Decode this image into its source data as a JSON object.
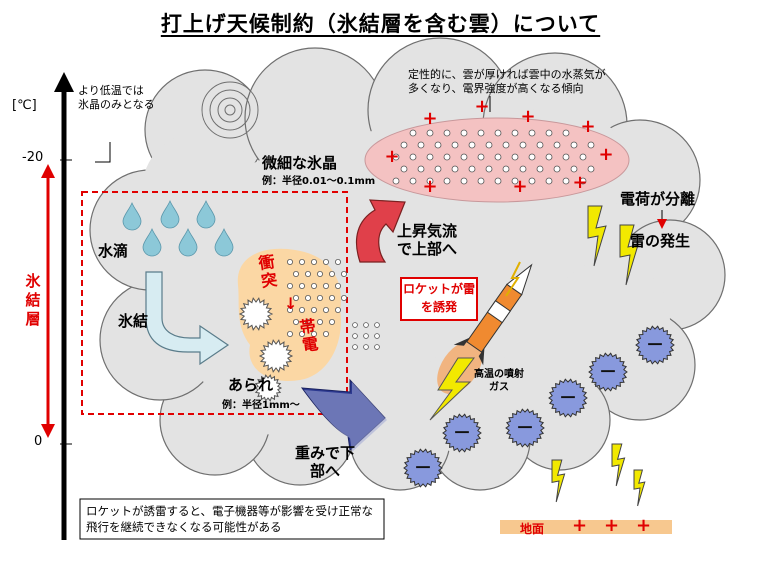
{
  "title": "打上げ天候制約（氷結層を含む雲）について",
  "axis": {
    "unit": "[℃]",
    "tick_top": "-20",
    "tick_bottom": "0",
    "layer_label": "氷結層",
    "note": "より低温では 氷晶のみとなる"
  },
  "labels": {
    "field_note": "定性的に、雲が厚ければ雲中の水蒸気が多くなり、電界強度が高くなる傾向",
    "fine_ice": "微細な氷晶",
    "fine_ice_size": "例：半径0.01～0.1mm",
    "water_drop": "水滴",
    "freeze": "氷結",
    "collision": "衝突",
    "arrow_down": "↓",
    "charging": "帯電",
    "hail": "あられ",
    "hail_size": "例：半径1mm～",
    "updraft": "上昇気流で上部へ",
    "downdraft": "重みで下部へ",
    "charge_sep": "電荷が分離",
    "thunder": "雷の発生",
    "rocket_trigger": "ロケットが雷を誘発",
    "exhaust": "高温の噴射ガス",
    "ground": "地面",
    "bottom_note": "ロケットが誘雷すると、電子機器等が影響を受け正常な飛行を継続できなくなる可能性がある"
  },
  "symbols": {
    "plus": "+",
    "minus": "－"
  },
  "colors": {
    "positive_region": "#f4c2c2",
    "charge_red": "#e00000",
    "negative_ball": "#8899dd",
    "icing_zone": "#fbd7a4",
    "hail_arrow": "#2c3990",
    "updraft_arrow": "#e0404a",
    "freeze_arrow": "#d7ecf2",
    "lightning": "#f2e900",
    "ground": "#f7c88f"
  }
}
